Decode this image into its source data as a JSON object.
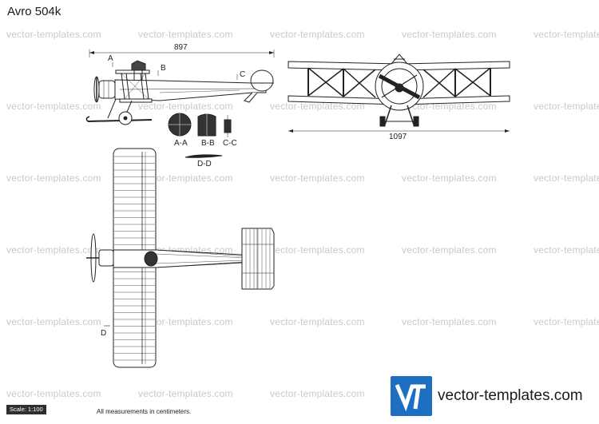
{
  "title": "Avro 504k",
  "watermark_text": "vector-templates.com",
  "dimensions": {
    "length": "897",
    "span": "1097"
  },
  "section_labels": {
    "a_top": "A",
    "b_top": "B",
    "c_top": "C",
    "aa": "A-A",
    "bb": "B-B",
    "cc": "C-C",
    "dd": "D-D",
    "d_top": "D"
  },
  "footer": {
    "scale": "Scale: 1:100",
    "note": "All measurements in centimeters."
  },
  "brand": {
    "logo_letters": "VT",
    "site": "vector-templates.com",
    "color": "#1e6fc1"
  }
}
